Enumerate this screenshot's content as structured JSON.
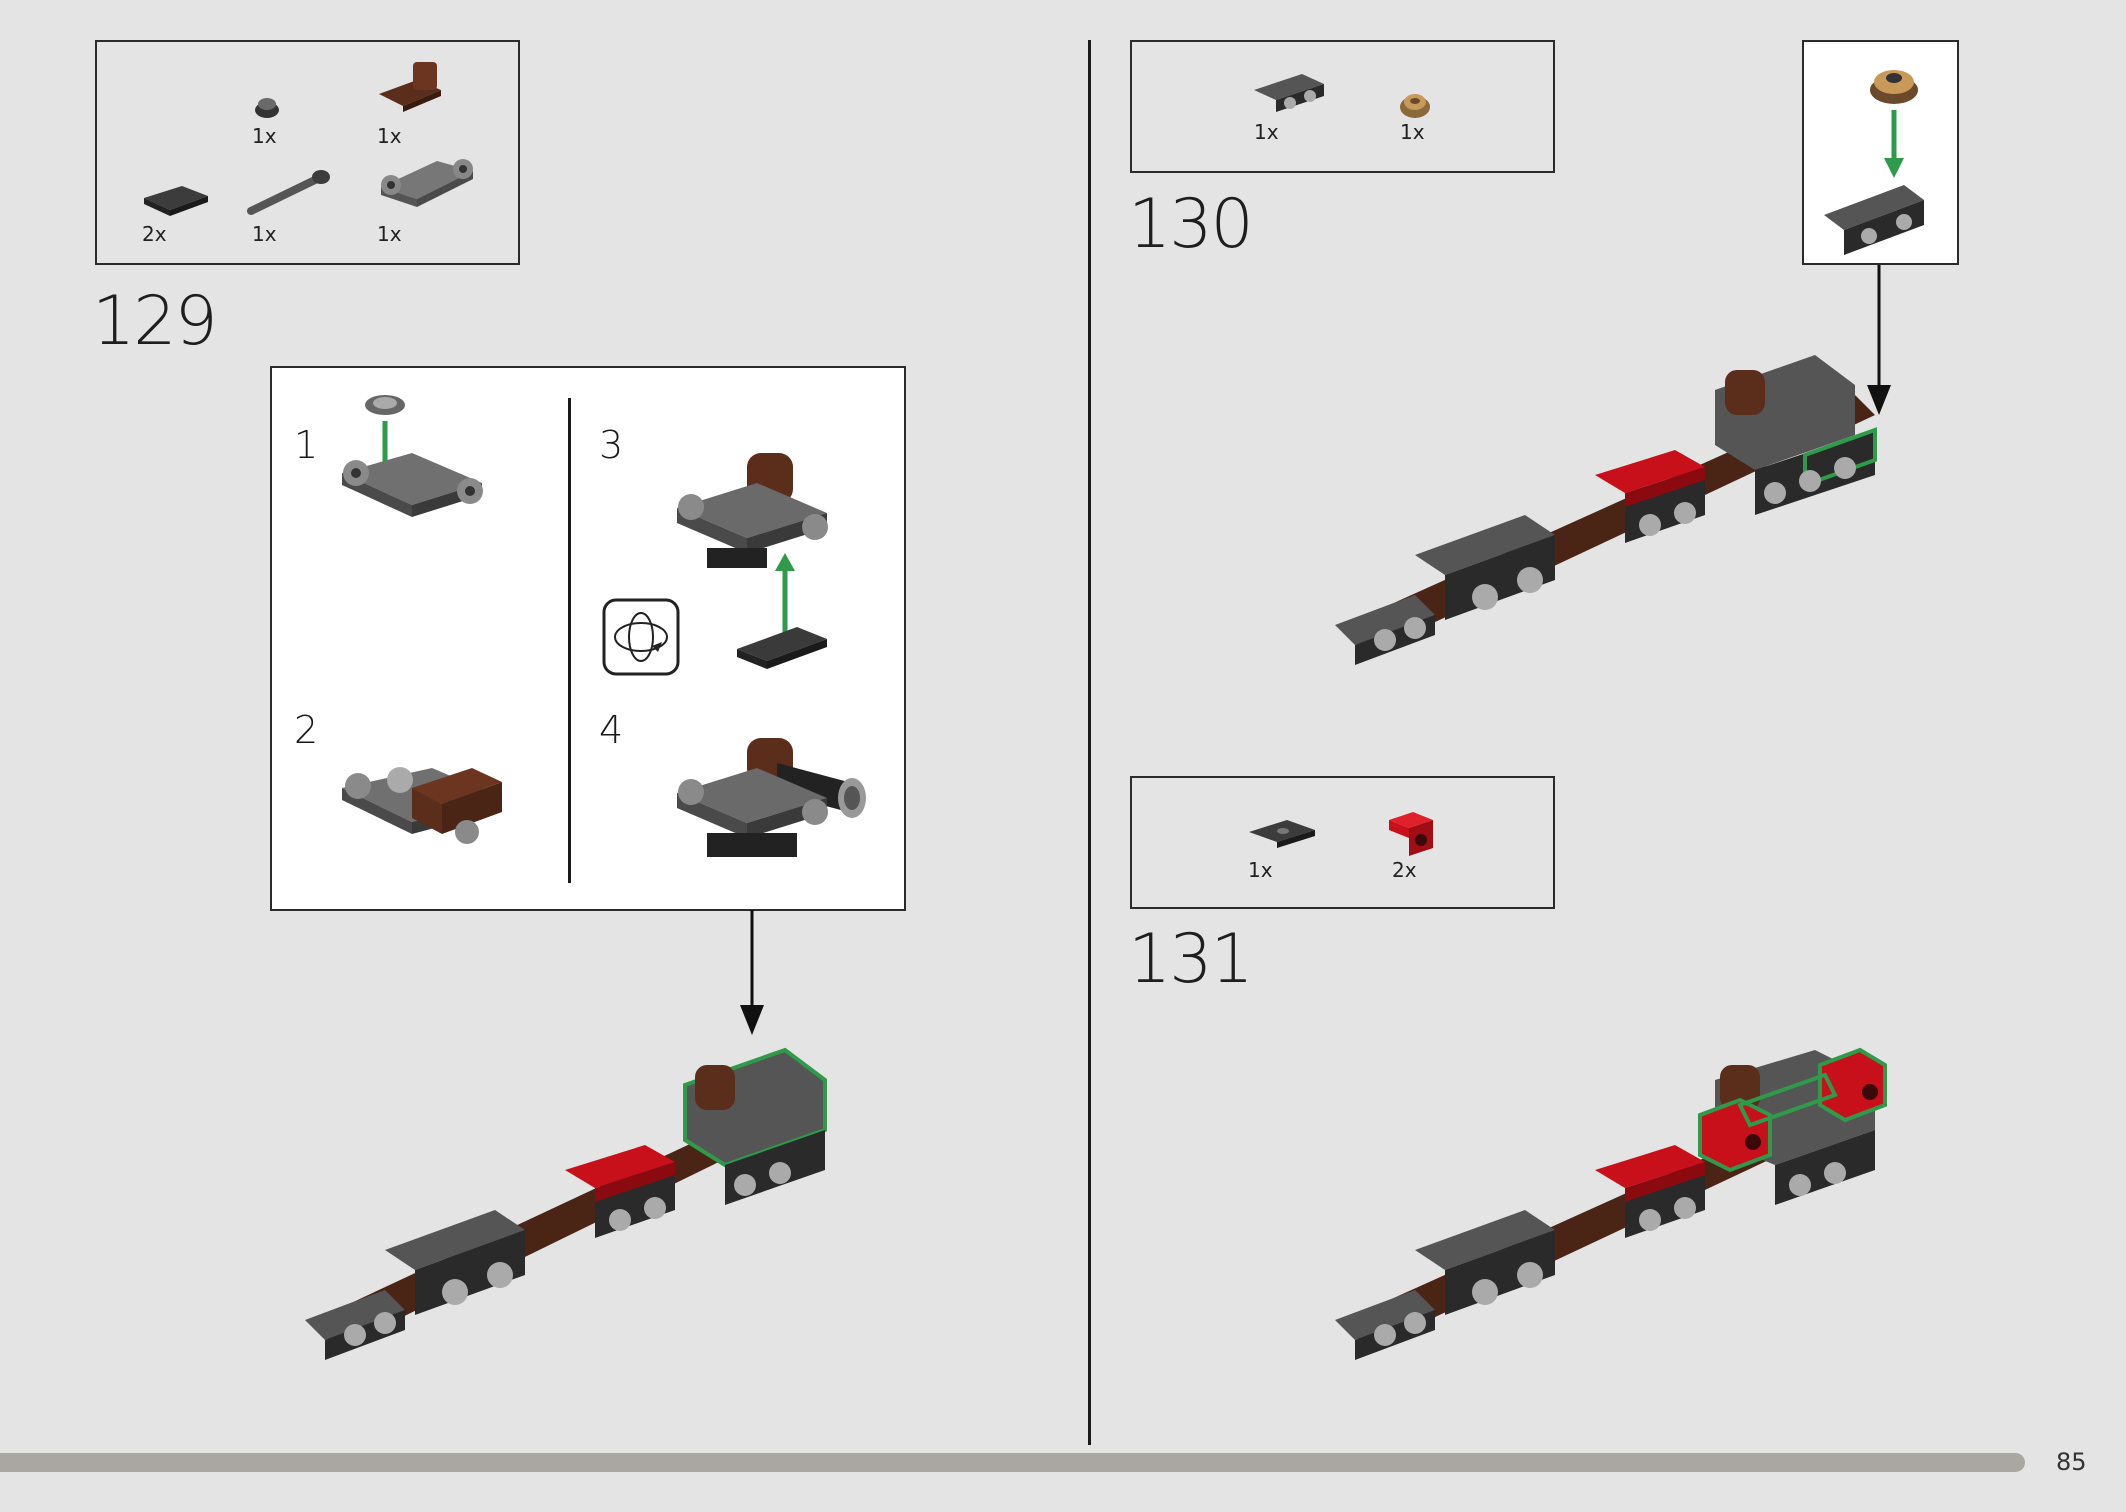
{
  "steps": {
    "s129": {
      "number": "129",
      "parts": [
        {
          "qty": "1x",
          "name": "round-plate"
        },
        {
          "qty": "1x",
          "name": "brown-bracket"
        },
        {
          "qty": "2x",
          "name": "tile-1x2"
        },
        {
          "qty": "1x",
          "name": "bar-with-clip"
        },
        {
          "qty": "1x",
          "name": "plate-with-holes"
        }
      ],
      "substeps": [
        "1",
        "2",
        "3",
        "4"
      ]
    },
    "s130": {
      "number": "130",
      "parts": [
        {
          "qty": "1x",
          "name": "bracket-dark-gray"
        },
        {
          "qty": "1x",
          "name": "round-tan-tile"
        }
      ]
    },
    "s131": {
      "number": "131",
      "parts": [
        {
          "qty": "1x",
          "name": "tile-jumper"
        },
        {
          "qty": "2x",
          "name": "red-bracket"
        }
      ]
    }
  },
  "colors": {
    "dark_gray": "#3c3c3c",
    "mid_gray": "#6e6e6e",
    "brown": "#5a2e1a",
    "red": "#c8101a",
    "green": "#2e9a4a",
    "tan": "#b98a53"
  },
  "page_number": "85"
}
